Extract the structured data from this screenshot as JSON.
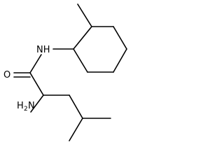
{
  "molecule": {
    "labels": {
      "nh": "NH",
      "o": "O",
      "h2n_h": "H",
      "h2n_sub": "2",
      "h2n_n": "N"
    },
    "colors": {
      "bond": "#000000",
      "text": "#000000",
      "background": "#ffffff"
    }
  }
}
